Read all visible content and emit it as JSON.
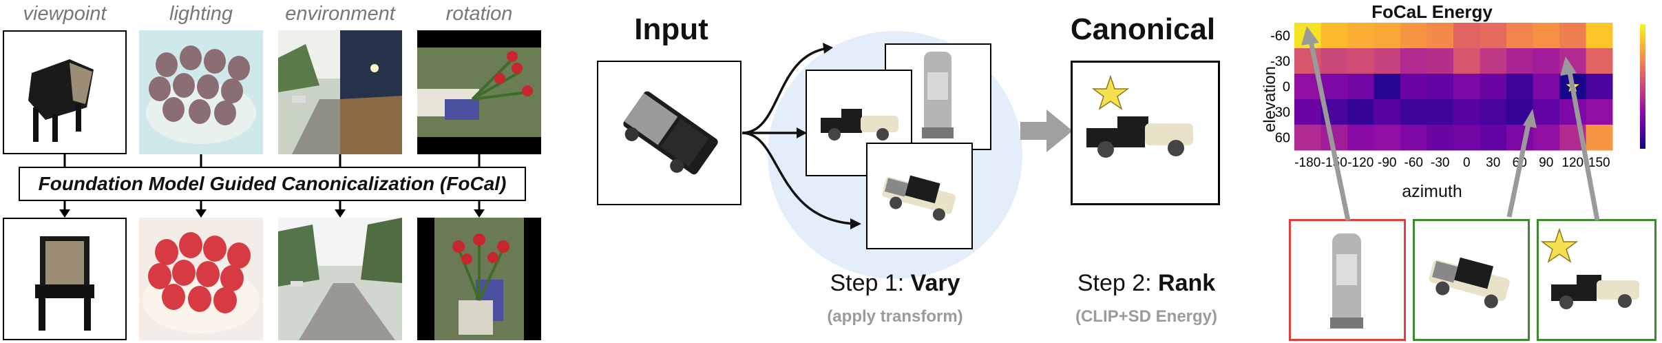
{
  "left_panel": {
    "categories": [
      "viewpoint",
      "lighting",
      "environment",
      "rotation"
    ],
    "title": "Foundation Model Guided Canonicalization (FoCal)"
  },
  "middle_panel": {
    "input_label": "Input",
    "canonical_label": "Canonical",
    "step1_prefix": "Step 1: ",
    "step1_bold": "Vary",
    "step1_sub": "(apply transform)",
    "step2_prefix": "Step 2: ",
    "step2_bold": "Rank",
    "step2_sub": "(CLIP+SD Energy)"
  },
  "chart_data": {
    "type": "heatmap",
    "title": "FoCaL Energy",
    "xlabel": "azimuth",
    "ylabel": "elevation",
    "x_ticks": [
      "-180",
      "-150",
      "-120",
      "-90",
      "-60",
      "-30",
      "0",
      "30",
      "60",
      "90",
      "120",
      "150"
    ],
    "y_ticks": [
      "-60",
      "-30",
      "0",
      "30",
      "60"
    ],
    "colormap": "plasma",
    "values": [
      [
        0.95,
        0.85,
        0.82,
        0.8,
        0.75,
        0.72,
        0.6,
        0.62,
        0.7,
        0.74,
        0.68,
        0.88
      ],
      [
        0.55,
        0.5,
        0.52,
        0.48,
        0.4,
        0.42,
        0.55,
        0.45,
        0.38,
        0.35,
        0.4,
        0.6
      ],
      [
        0.3,
        0.25,
        0.22,
        0.05,
        0.2,
        0.18,
        0.25,
        0.2,
        0.1,
        0.25,
        0.02,
        0.12
      ],
      [
        0.2,
        0.12,
        0.08,
        0.15,
        0.1,
        0.1,
        0.15,
        0.12,
        0.08,
        0.18,
        0.25,
        0.3
      ],
      [
        0.4,
        0.35,
        0.28,
        0.3,
        0.25,
        0.2,
        0.22,
        0.18,
        0.25,
        0.3,
        0.4,
        0.75
      ]
    ],
    "star_cell": {
      "row": 2,
      "col": 10
    },
    "colorbar": true
  },
  "colors": {
    "red_frame": "#e0403a",
    "green_frame": "#3b8a2e",
    "star": "#f5e050",
    "arrow_grey": "#9a9a9a",
    "blue_circle": "#e4eefb"
  },
  "icons": {
    "star": "star-icon",
    "arrow": "arrow-icon"
  }
}
